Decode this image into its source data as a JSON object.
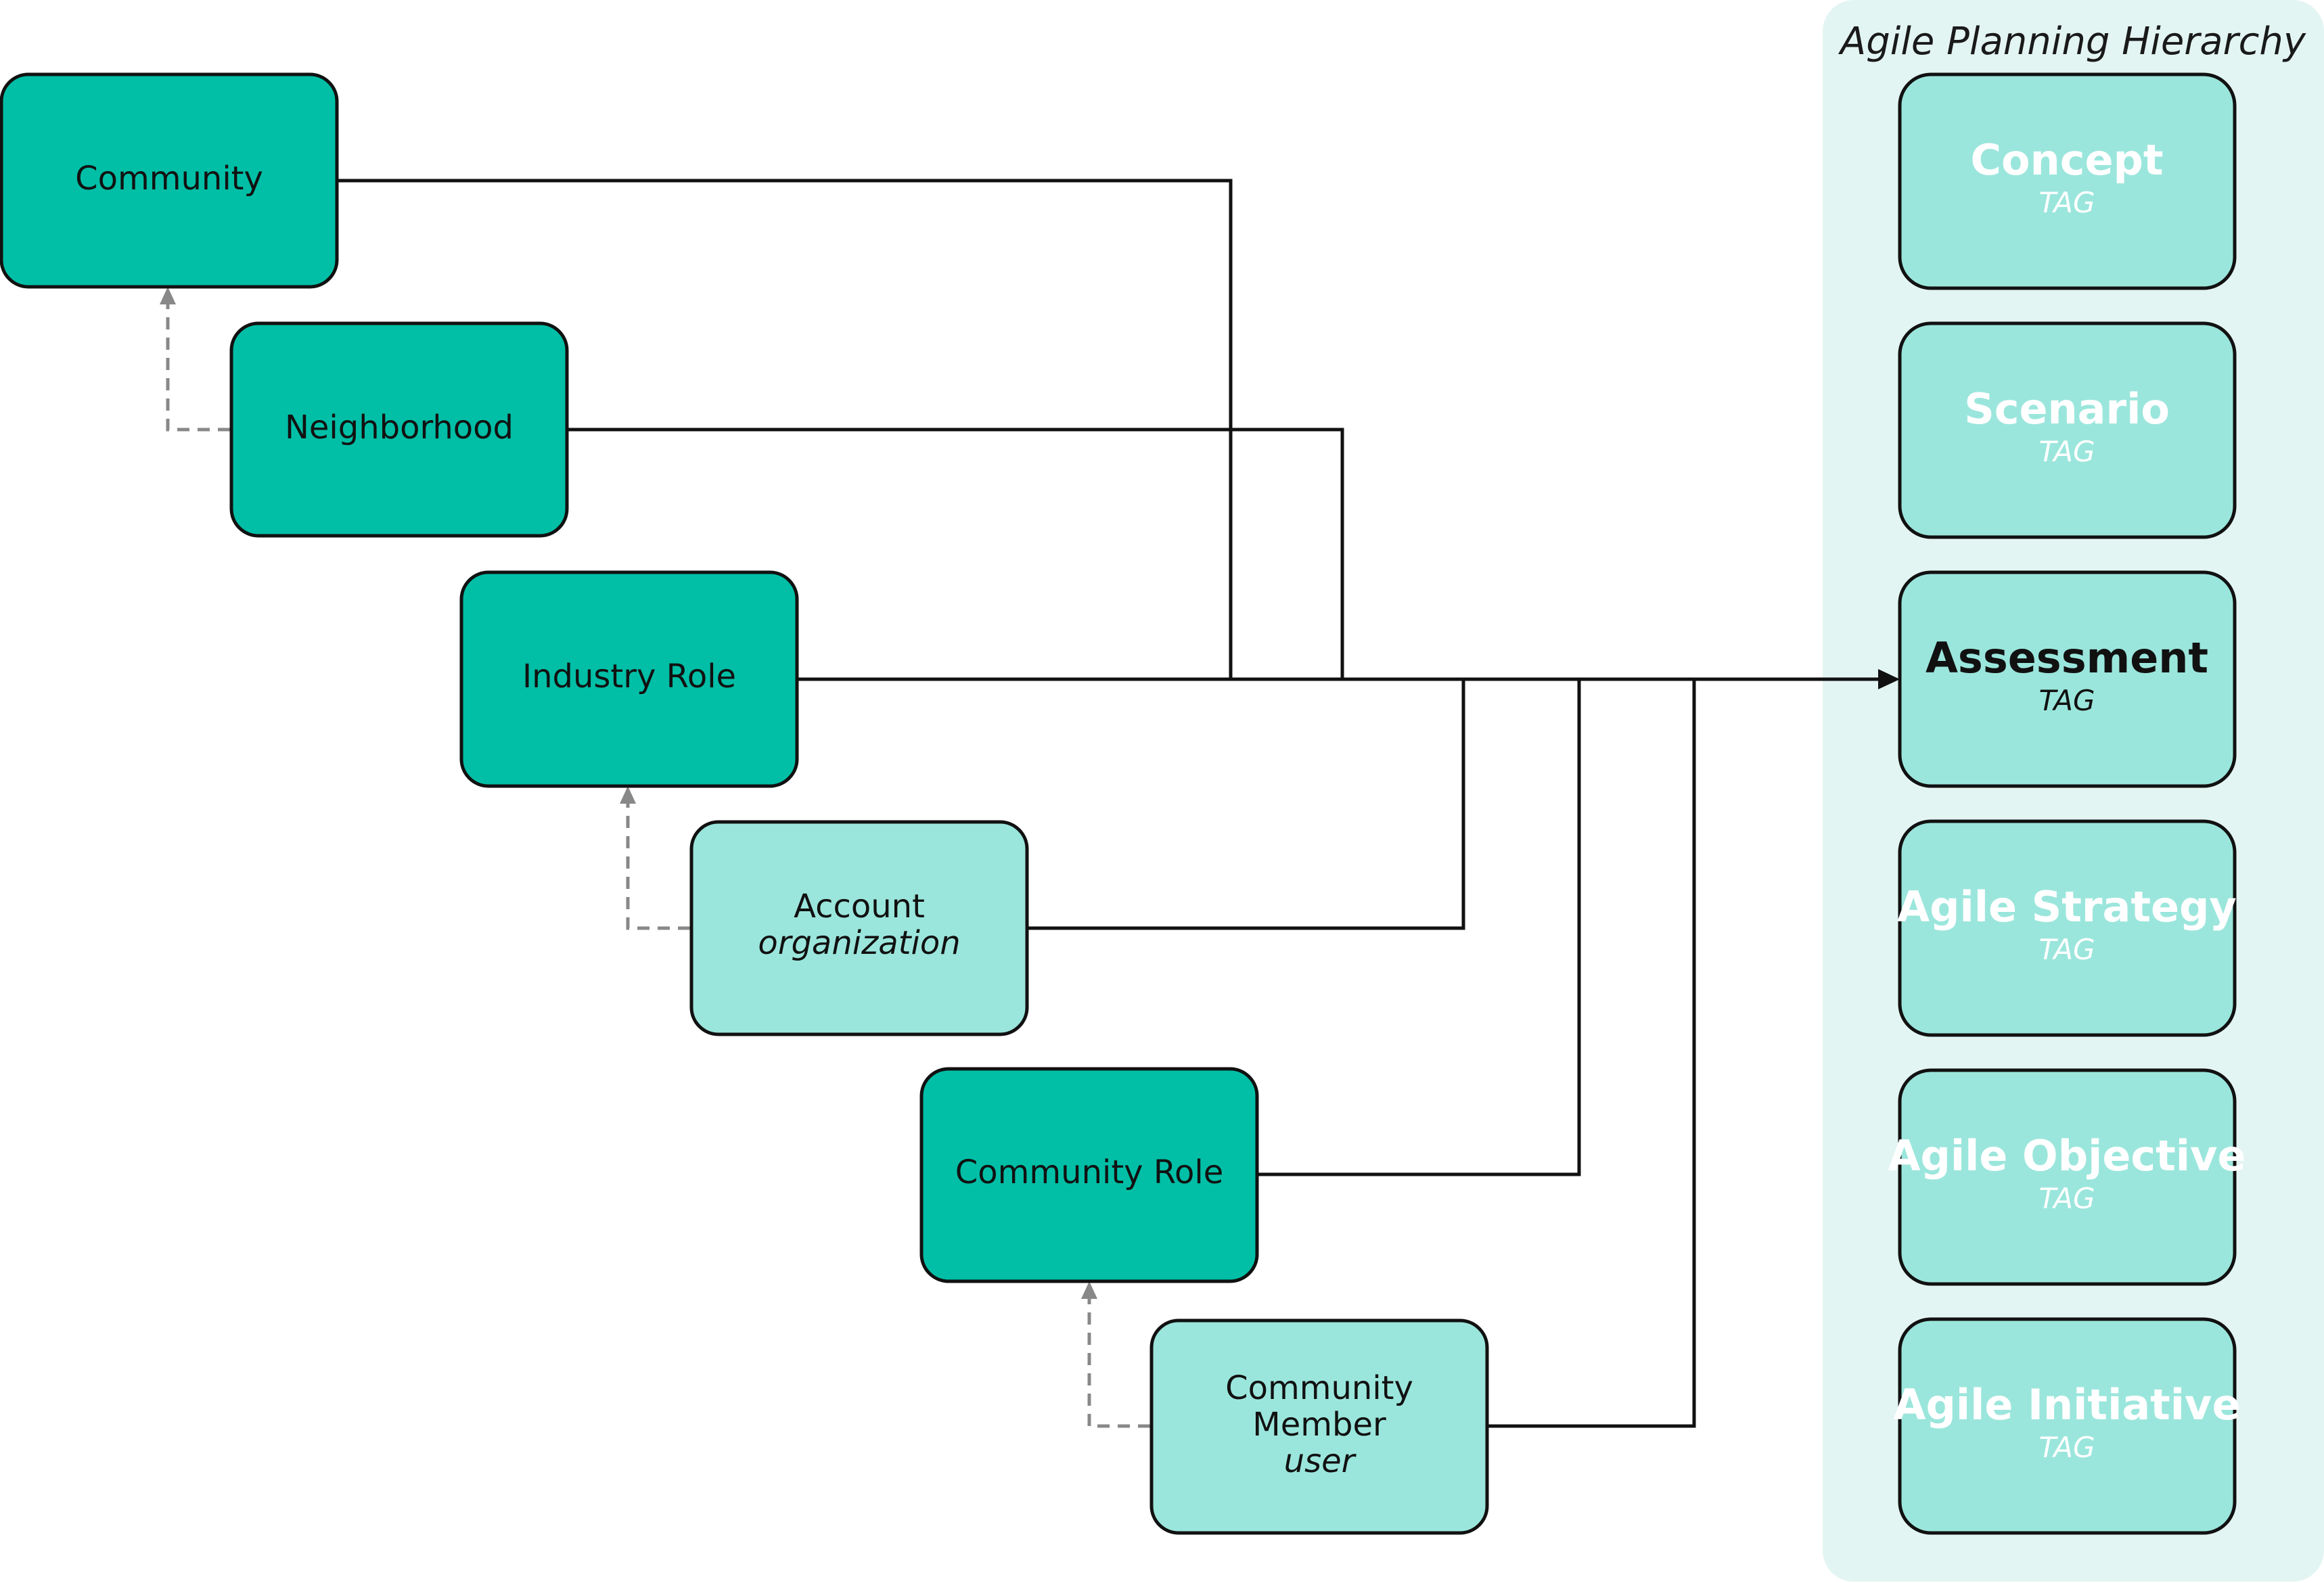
{
  "panel": {
    "title": "Agile Planning Hierarchy"
  },
  "nodes": {
    "community": {
      "label": "Community"
    },
    "neighborhood": {
      "label": "Neighborhood"
    },
    "industry_role": {
      "label": "Industry Role"
    },
    "account": {
      "label": "Account",
      "sub": "organization"
    },
    "community_role": {
      "label": "Community Role"
    },
    "community_member": {
      "label_line1": "Community",
      "label_line2": "Member",
      "sub": "user"
    }
  },
  "levels": [
    {
      "title": "Concept",
      "tag": "TAG",
      "active": false
    },
    {
      "title": "Scenario",
      "tag": "TAG",
      "active": false
    },
    {
      "title": "Assessment",
      "tag": "TAG",
      "active": true
    },
    {
      "title": "Agile Strategy",
      "tag": "TAG",
      "active": false
    },
    {
      "title": "Agile Objective",
      "tag": "TAG",
      "active": false
    },
    {
      "title": "Agile Initiative",
      "tag": "TAG",
      "active": false
    }
  ],
  "colors": {
    "primary_node": "#00bfa6",
    "secondary_node": "#9be6dc",
    "panel_background": "#e3f5f2",
    "connector": "#111111",
    "inheritance_arrow": "#888888"
  }
}
